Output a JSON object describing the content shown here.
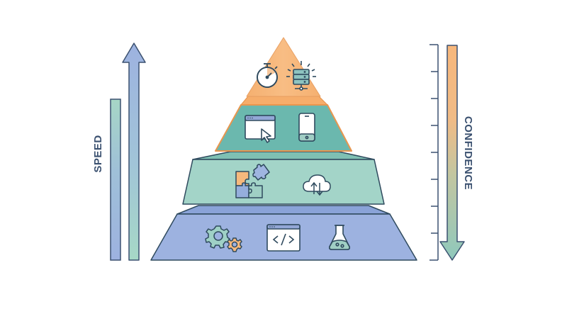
{
  "diagram": {
    "type": "testing-pyramid",
    "left_axis": {
      "label": "SPEED",
      "direction": "up"
    },
    "right_axis": {
      "label": "CONFIDENCE",
      "direction": "down",
      "tick_count": 9
    },
    "tiers": [
      {
        "level": 1,
        "position": "top",
        "color": "#f7b77c",
        "icons": [
          "stopwatch-icon",
          "server-network-icon"
        ]
      },
      {
        "level": 2,
        "position": "upper-middle",
        "color": "#6bb8ae",
        "icons": [
          "browser-cursor-icon",
          "smartphone-icon"
        ]
      },
      {
        "level": 3,
        "position": "lower-middle",
        "color": "#9fd1c6",
        "icons": [
          "puzzle-pieces-icon",
          "cloud-sync-icon"
        ]
      },
      {
        "level": 4,
        "position": "base",
        "color": "#9db2e0",
        "icons": [
          "gears-icon",
          "code-window-icon",
          "flask-icon"
        ]
      }
    ],
    "colors": {
      "outline": "#2f4a5e",
      "orange": "#f7b77c",
      "teal": "#6bb8ae",
      "mint": "#9fd1c6",
      "blue": "#9db2e0",
      "text": "#3b5170"
    }
  }
}
